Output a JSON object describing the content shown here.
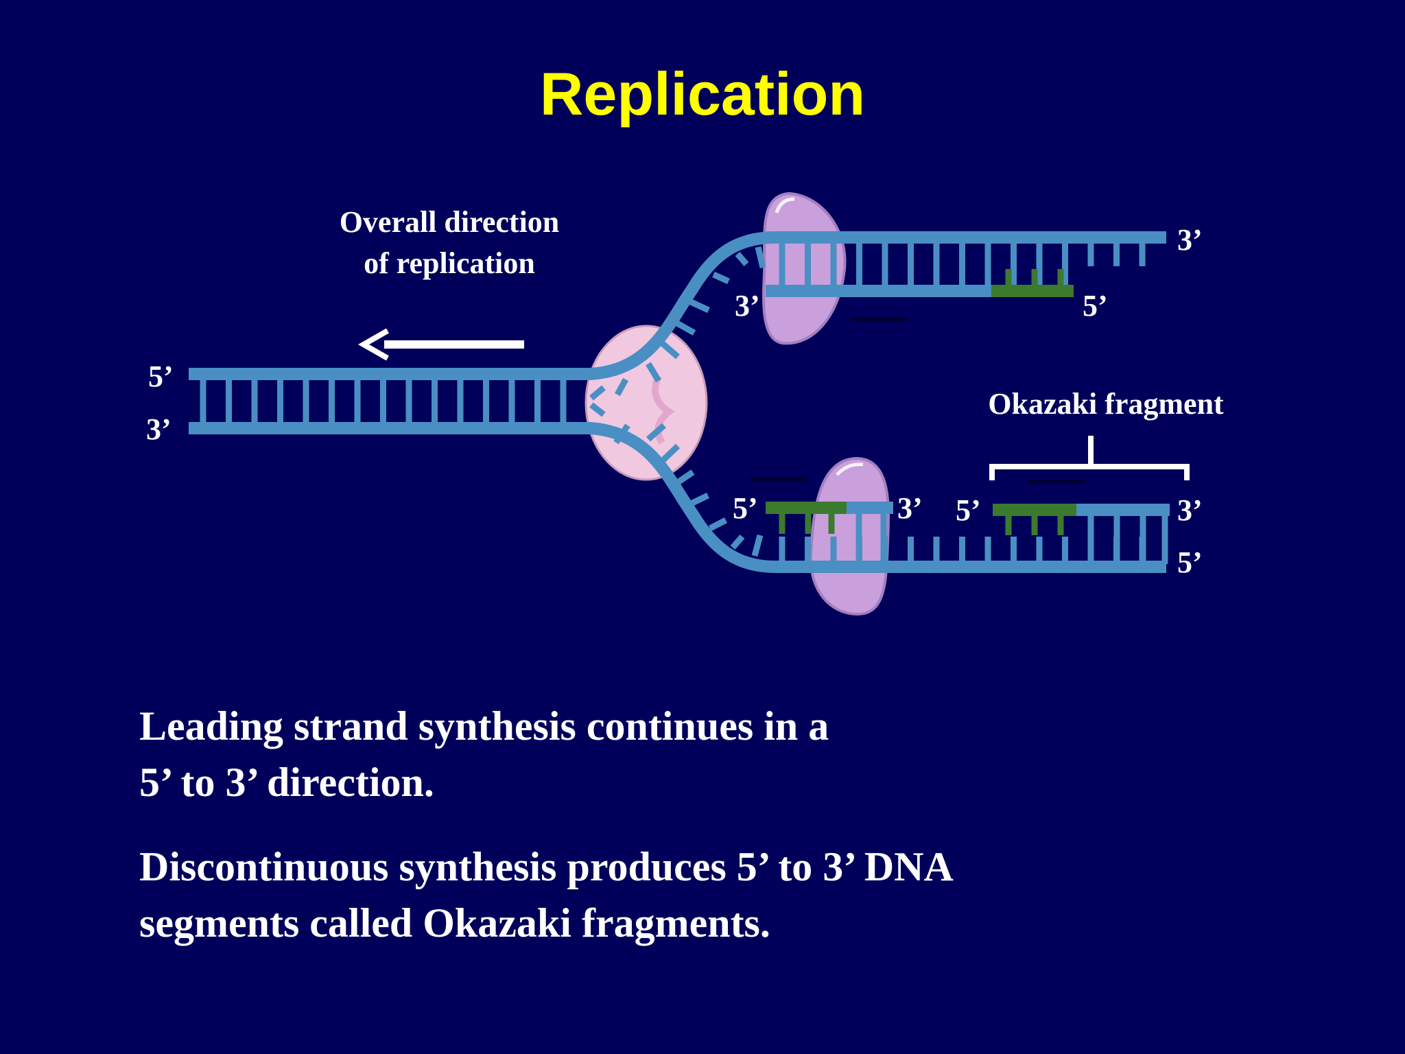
{
  "slide": {
    "title": "Replication",
    "paragraphs": [
      [
        "Leading strand synthesis continues in a",
        "5’ to 3’ direction."
      ],
      [
        "Discontinuous synthesis produces 5’ to 3’ DNA",
        "segments called Okazaki fragments."
      ]
    ]
  },
  "diagram": {
    "direction_label": [
      "Overall direction",
      "of replication"
    ],
    "okazaki_label": "Okazaki fragment",
    "ends": {
      "parent_top": "5’",
      "parent_bottom": "3’",
      "upper_template_end": "3’",
      "upper_new_start": "3’",
      "upper_new_end": "5’",
      "lower_new_start": "5’",
      "lower_new_end": "3’",
      "okazaki_start": "5’",
      "okazaki_end": "3’",
      "lower_template_end": "5’"
    }
  },
  "colors": {
    "background": "#00005a",
    "title": "#ffff00",
    "text": "#ffffff",
    "dna_strand": "#4a8fc4",
    "rna_primer": "#3c7a2e",
    "enzyme_fill": "#c9a0dc",
    "helicase_fill": "#f0c8e0"
  }
}
